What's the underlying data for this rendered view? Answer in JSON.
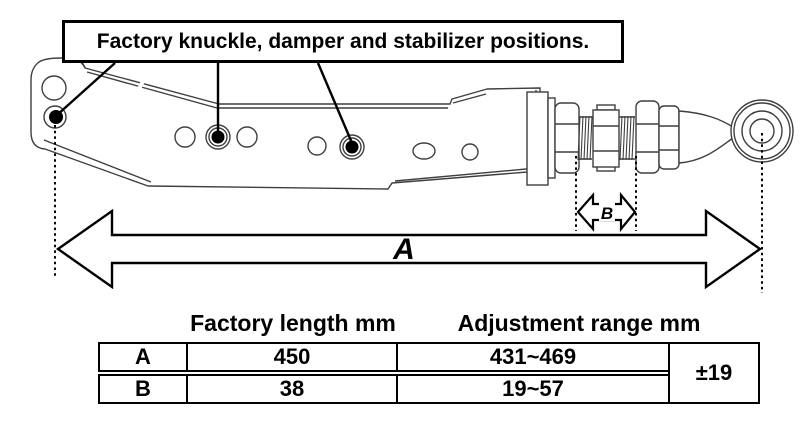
{
  "callout": {
    "text": "Factory knuckle, damper and stabilizer positions."
  },
  "dimension_labels": {
    "a": "A",
    "b": "B"
  },
  "markers": {
    "knuckle": "knuckle position",
    "damper": "damper position",
    "stabilizer": "stabilizer position"
  },
  "table": {
    "headers": {
      "factory_length": "Factory length mm",
      "adjustment_range": "Adjustment range mm"
    },
    "rows": [
      {
        "label": "A",
        "factory_length": "450",
        "adjustment_range": "431~469"
      },
      {
        "label": "B",
        "factory_length": "38",
        "adjustment_range": "19~57"
      }
    ],
    "tolerance": "±19"
  },
  "colors": {
    "ink": "#000000",
    "drawing_line": "#3f3f3f",
    "background": "#ffffff"
  }
}
